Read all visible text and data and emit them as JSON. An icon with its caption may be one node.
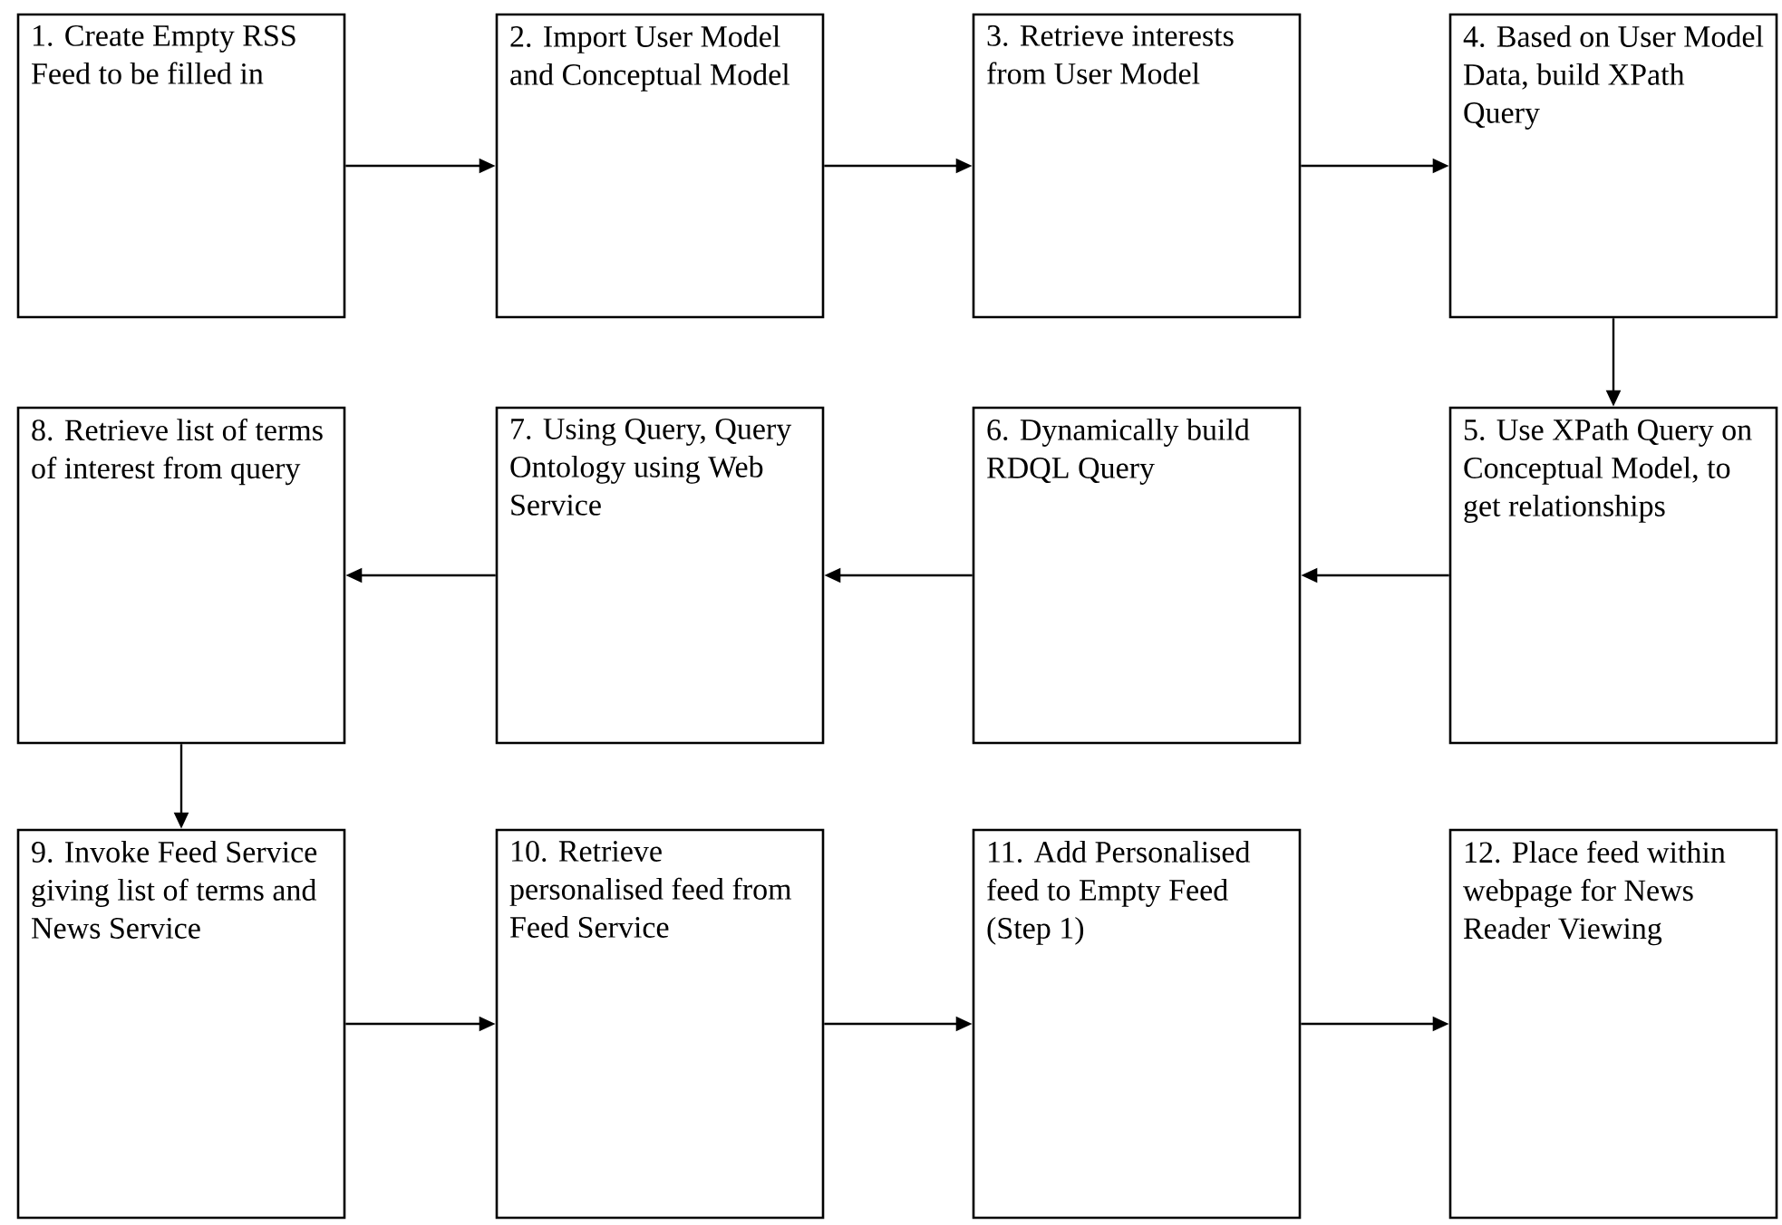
{
  "diagram": {
    "nodes": [
      {
        "text": [
          "1. Create Empty RSS Feed to be filled in"
        ]
      },
      {
        "text": [
          "2. Import User Model and Conceptual Model"
        ]
      },
      {
        "text": [
          "3. Retrieve interests from User Model"
        ]
      },
      {
        "text": [
          "4. Based on User Model Data, build XPath Query"
        ]
      },
      {
        "text": [
          "5. Use XPath Query on Conceptual Model, to get relationships"
        ]
      },
      {
        "text": [
          "6. Dynamically build RDQL Query"
        ]
      },
      {
        "text": [
          "7. Using Query, Query Ontology using Web Service"
        ]
      },
      {
        "text": [
          "8. Retrieve list of terms of interest from query"
        ]
      },
      {
        "text": [
          "9. Invoke Feed Service giving list of terms and News Service"
        ]
      },
      {
        "text": [
          "10. Retrieve personalised feed from Feed Service"
        ]
      },
      {
        "text": [
          "11. Add Personalised feed to Empty Feed (Step 1)"
        ]
      },
      {
        "text": [
          "12. Place feed within webpage for News Reader Viewing"
        ]
      }
    ],
    "edges": [
      {
        "from": 0,
        "to": 1,
        "arrow": "to"
      },
      {
        "from": 1,
        "to": 2,
        "arrow": "to"
      },
      {
        "from": 2,
        "to": 3,
        "arrow": "to"
      },
      {
        "from": 3,
        "to": 4,
        "arrow": "to"
      },
      {
        "from": 4,
        "to": 5,
        "arrow": "to"
      },
      {
        "from": 5,
        "to": 6,
        "arrow": "to"
      },
      {
        "from": 6,
        "to": 7,
        "arrow": "to"
      },
      {
        "from": 7,
        "to": 8,
        "arrow": "to"
      },
      {
        "from": 8,
        "to": 9,
        "arrow": "to"
      },
      {
        "from": 9,
        "to": 10,
        "arrow": "to"
      },
      {
        "from": 10,
        "to": 11,
        "arrow": "to"
      }
    ]
  }
}
